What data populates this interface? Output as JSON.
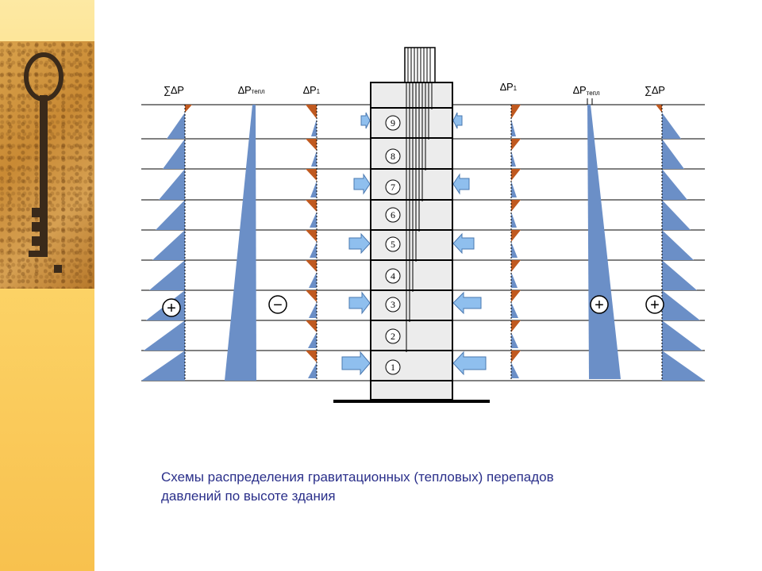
{
  "labels": {
    "left_sum": "∑∆P",
    "left_heat_main": "∆P",
    "left_heat_sub": "тепл",
    "left_p1_main": "∆P",
    "left_p1_sub": "1",
    "right_p1_main": "∆P",
    "right_p1_sub": "1",
    "right_heat_main": "∆P",
    "right_heat_sub": "тепл",
    "right_sum": "∑∆P"
  },
  "floors": [
    "1",
    "2",
    "3",
    "4",
    "5",
    "6",
    "7",
    "8",
    "9"
  ],
  "signs": {
    "left_sum": "+",
    "left_heat": "−",
    "right_heat": "+",
    "right_sum": "+"
  },
  "caption": {
    "line1": "Схемы распределения гравитационных (тепловых) перепадов",
    "line2": "давлений по высоте здания"
  },
  "colors": {
    "diagram_fill": "#6b8fc7",
    "upper_zone_fill": "#c0591f",
    "arrow_fill": "#8fbfee",
    "caption": "#2a2f8a"
  }
}
